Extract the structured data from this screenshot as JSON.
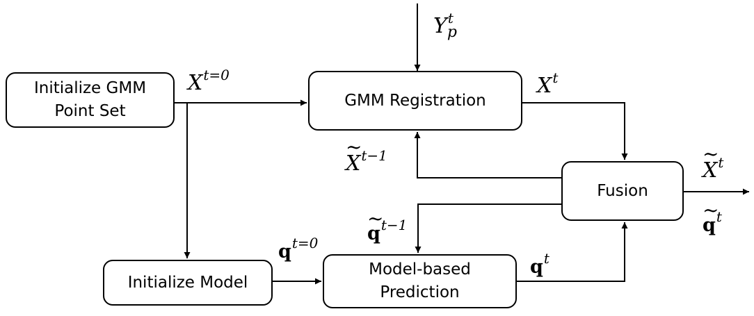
{
  "nodes": {
    "init_gmm": "Initialize GMM\nPoint Set",
    "gmm_registration": "GMM Registration",
    "fusion": "Fusion",
    "init_model": "Initialize Model",
    "prediction": "Model-based\nPrediction"
  },
  "labels": {
    "x_init": {
      "base": "X",
      "sup": "t=0"
    },
    "y_p": {
      "base": "Y",
      "sup": "t",
      "sub": "p"
    },
    "x_t": {
      "base": "X",
      "sup": "t"
    },
    "x_tilde_prev": {
      "base": "X",
      "sup": "t−1"
    },
    "x_tilde_out": {
      "base": "X",
      "sup": "t"
    },
    "q_init": {
      "base": "q",
      "sup": "t=0"
    },
    "q_tilde_prev": {
      "base": "q",
      "sup": "t−1"
    },
    "q_t": {
      "base": "q",
      "sup": "t"
    },
    "q_tilde_out": {
      "base": "q",
      "sup": "t"
    }
  }
}
